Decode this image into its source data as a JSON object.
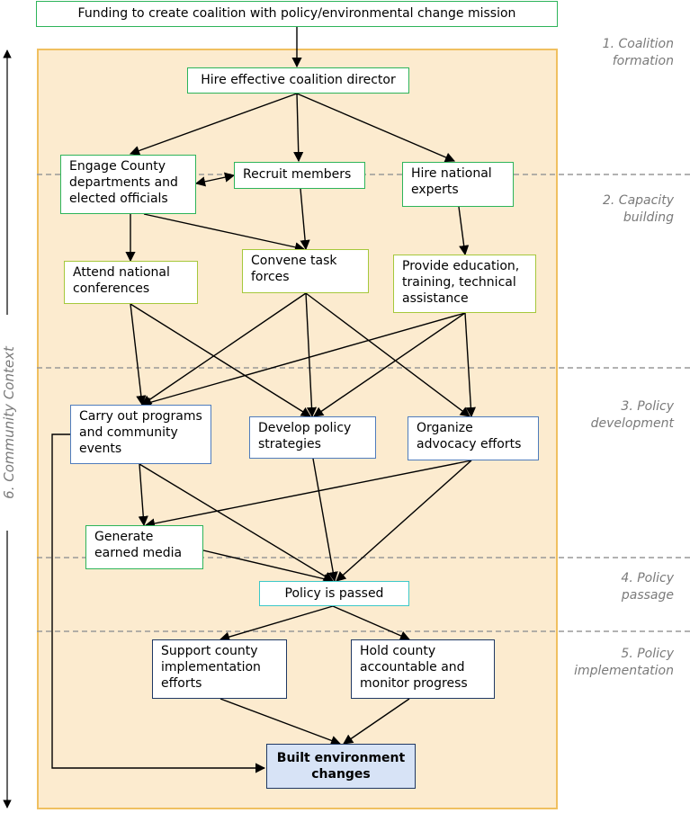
{
  "boxes": {
    "funding": "Funding to create coalition with policy/environmental change mission",
    "director": "Hire effective coalition director",
    "engage": "Engage County\ndepartments and\nelected officials",
    "recruit": "Recruit members",
    "experts": "Hire national\nexperts",
    "conferences": "Attend national\nconferences",
    "taskforces": "Convene task\nforces",
    "education": "Provide education,\ntraining, technical\nassistance",
    "programs": "Carry out programs\nand community\nevents",
    "strategies": "Develop policy\nstrategies",
    "advocacy": "Organize\nadvocacy efforts",
    "media": "Generate\nearned media",
    "passed": "Policy is passed",
    "support": "Support county\nimplementation\nefforts",
    "hold": "Hold county\naccountable and\nmonitor progress",
    "built": "Built environment\nchanges"
  },
  "stages": {
    "s1": "1. Coalition\nformation",
    "s2": "2. Capacity\nbuilding",
    "s3": "3. Policy\ndevelopment",
    "s4": "4. Policy\npassage",
    "s5": "5. Policy\nimplementation"
  },
  "context_label": "6. Community Context",
  "colors": {
    "panel_fill": "#fcebcf",
    "panel_border": "#f0c060",
    "coalition_border": "#2db45a",
    "capacity_border": "#a5c83c",
    "development_border": "#4f7cbc",
    "passage_border": "#3cc8c8",
    "implementation_border": "#1f3864",
    "outcome_fill": "#d7e3f6",
    "stage_text": "#7a7a7a"
  }
}
